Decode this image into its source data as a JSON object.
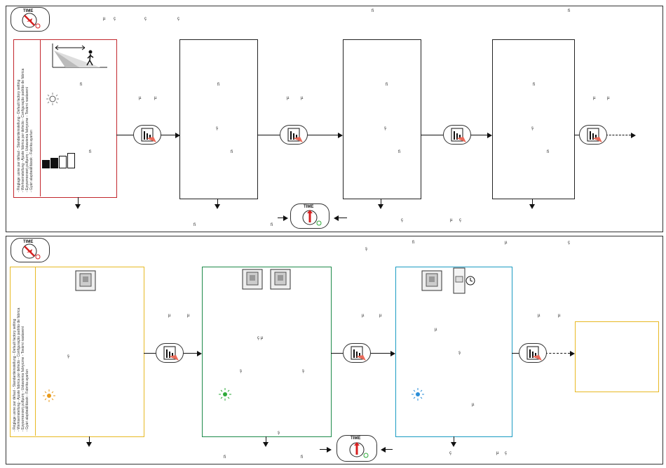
{
  "colors": {
    "red": "#c2272d",
    "yellow": "#e8b923",
    "green": "#1d8a4a",
    "blue": "#1a9bc2",
    "led_orange": "#e89a1a",
    "led_green": "#2eaa3a",
    "led_blue": "#2a8ed8",
    "dial_red": "#d62020"
  },
  "icons": [
    "timer-dial-icon",
    "hand-press-button-icon",
    "person-walking-icon",
    "sensor-beam-icon",
    "led-light-icon",
    "brightness-bars-icon",
    "wall-module-icon",
    "din-rail-module-icon",
    "clock-icon"
  ],
  "dial_label": "TIME",
  "factory_setting_lines": [
    "- Réglage usine par défaut - Standardeinstellung - Default factory setting",
    "- Werkseinstellung - Ajuste fábrica por defecto - Configuração padrão de fábrica",
    "- Εργοστασιακή ρύθμιση - Ustawienia fabryczne - Tovární nastavení",
    "- Gyári alapbeállítások - Fabrika ayarları"
  ],
  "top": {
    "header": [
      "µ",
      "ç",
      "ç",
      "ç",
      "ﬁ",
      "ﬁ"
    ],
    "box1": [
      "ﬁ",
      "ﬁ"
    ],
    "between1": [
      "µ",
      "µ"
    ],
    "box2": [
      "ﬁ",
      "ş",
      "ﬁ"
    ],
    "between2": [
      "µ",
      "µ"
    ],
    "box3": [
      "ﬁ",
      "ş",
      "ﬁ"
    ],
    "box4": [
      "ﬁ",
      "ş",
      "ﬁ"
    ],
    "between3": [
      "µ",
      "µ"
    ],
    "footer": [
      "ﬁ",
      "ﬁ",
      "ç",
      "µ",
      "ç"
    ]
  },
  "bottom": {
    "header": [
      "ş",
      "ﬁ",
      "µ",
      "ç"
    ],
    "box1": [
      "ş"
    ],
    "between1": [
      "µ",
      "µ"
    ],
    "box2": [
      "ç µ",
      "ş",
      "ş",
      "ş"
    ],
    "between2": [
      "µ",
      "µ"
    ],
    "box3": [
      "µ",
      "ş",
      "µ"
    ],
    "between3": [
      "µ",
      "µ"
    ],
    "footer": [
      "ﬁ",
      "ﬁ",
      "ç",
      "µ",
      "ç"
    ]
  }
}
